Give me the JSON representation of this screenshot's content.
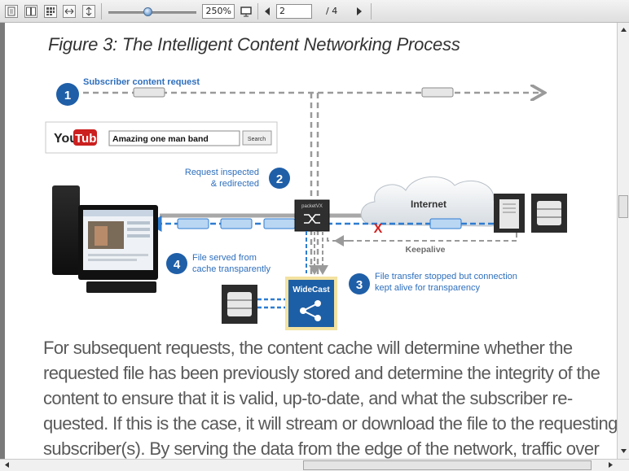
{
  "toolbar": {
    "zoom": "250%",
    "zoom_level_percent": 250,
    "page_current": "2",
    "page_total": "/ 4",
    "icons": [
      "single-page-icon",
      "two-page-icon",
      "thumbnails-icon",
      "fit-width-icon",
      "fit-height-icon",
      "presentation-icon",
      "prev-page-icon",
      "next-page-icon"
    ]
  },
  "document": {
    "figure_title": "Figure 3: The Intelligent Content Networking Process",
    "diagram": {
      "step1": {
        "num": "1",
        "label": "Subscriber content request"
      },
      "step2": {
        "num": "2",
        "label_line1": "Request inspected",
        "label_line2": "& redirected"
      },
      "step3": {
        "num": "3",
        "label_line1": "File transfer stopped but connection",
        "label_line2": "kept alive for transparency"
      },
      "step4": {
        "num": "4",
        "label_line1": "File served from",
        "label_line2": "cache transparently"
      },
      "youtube": {
        "logo_you": "You",
        "logo_tube": "Tube",
        "search_value": "Amazing one man band",
        "search_button": "Search"
      },
      "device_label": "packetVX",
      "internet_label": "Internet",
      "keepalive_label": "Keepalive",
      "cache_label": "WideCast",
      "blocked_mark": "X",
      "colors": {
        "step_blue": "#1f5fa8",
        "line_blue": "#2e7cd0",
        "grey_line": "#9a9a9a",
        "cache_blue": "#1d5fa6",
        "cache_glow": "#f3e2a0",
        "youtube_red": "#cc1f1f"
      }
    },
    "paragraph_lines": [
      "For subsequent requests, the content cache will determine whether the",
      "requested file has been previously stored and determine the integrity of the",
      "content to ensure that it is valid, up-to-date, and what the subscriber re-",
      "quested. If this is the case, it will stream or download the file to the requesting",
      "subscriber(s). By serving the data from the edge of the network, traffic over"
    ]
  }
}
